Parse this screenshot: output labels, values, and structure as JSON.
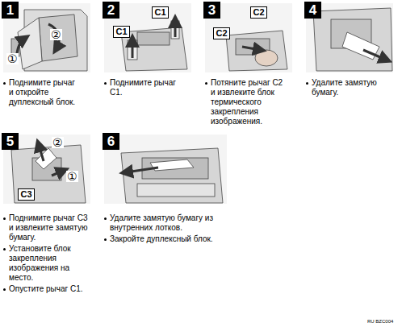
{
  "diagram": {
    "nodes": [
      {
        "text": [
          "1"
        ]
      },
      {
        "text": [
          "2"
        ]
      },
      {
        "text": [
          "3"
        ]
      },
      {
        "text": [
          "4"
        ]
      },
      {
        "text": [
          "5"
        ]
      },
      {
        "text": [
          "6"
        ]
      },
      {
        "text": [
          "C1"
        ]
      },
      {
        "text": [
          "C1"
        ]
      },
      {
        "text": [
          "C2"
        ]
      },
      {
        "text": [
          "C2"
        ]
      },
      {
        "text": [
          "C3"
        ]
      }
    ],
    "labels": [
      "①",
      "②",
      "②",
      "①",
      "Поднимите рычаг и откройте дуплексный блок.",
      "Поднимите рычаг C1.",
      "Потяните рычаг C2 и извлеките блок термического закрепления изображения.",
      "Удалите замятую бумагу.",
      "Поднимите рычаг C3 и извлеките замятую бумагу.",
      "Установите блок закрепления изображения на место.",
      "Опустите рычаг C1.",
      "Удалите замятую бумагу из внутренних лотков.",
      "Закройте дуплексный блок.",
      "RU BZC004"
    ]
  }
}
